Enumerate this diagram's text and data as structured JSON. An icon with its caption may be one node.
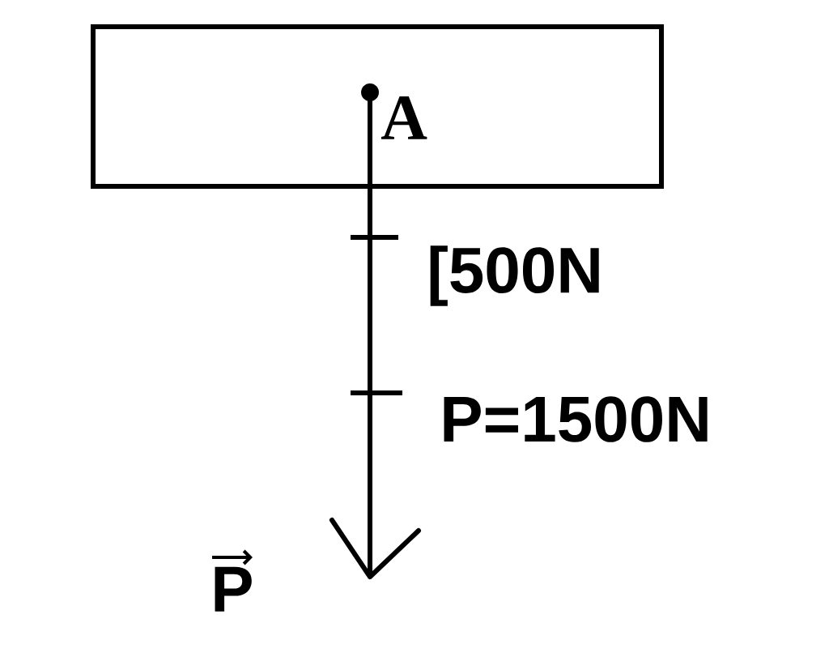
{
  "diagram": {
    "nodes": [
      {
        "text": [],
        "shape": "box"
      }
    ],
    "labels": [
      "A",
      "[500N",
      "P=1500N",
      "P"
    ]
  }
}
